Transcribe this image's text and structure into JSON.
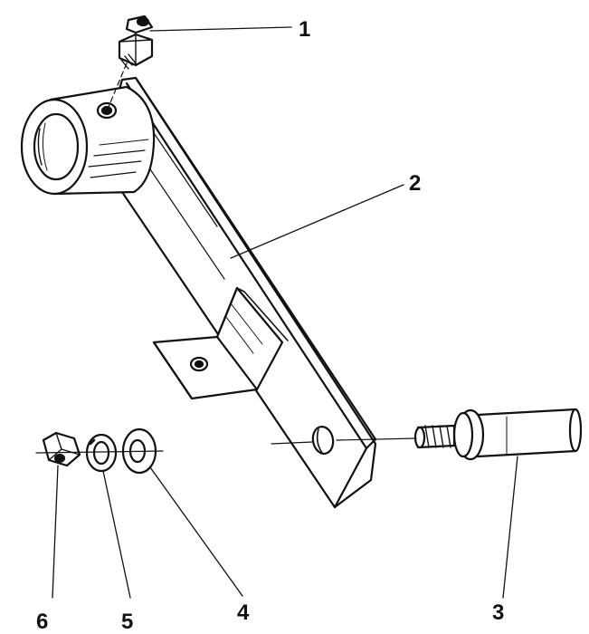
{
  "diagram": {
    "ink_color": "#111111",
    "paper_color": "#ffffff",
    "callouts": {
      "c1": "1",
      "c2": "2",
      "c3": "3",
      "c4": "4",
      "c5": "5",
      "c6": "6"
    }
  }
}
